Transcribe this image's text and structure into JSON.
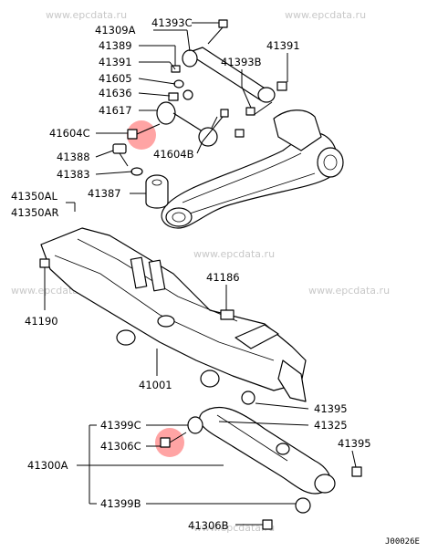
{
  "watermark": "www.epcdata.ru",
  "diagram_code": "J00026E",
  "colors": {
    "highlight": "#ff5a5a",
    "ink": "#000000",
    "watermark": "#c8c8c8"
  },
  "callouts": {
    "c41393C": "41393C",
    "c41309A": "41309A",
    "c41389": "41389",
    "c41391_left": "41391",
    "c41605": "41605",
    "c41636": "41636",
    "c41617": "41617",
    "c41604C": "41604C",
    "c41388": "41388",
    "c41383": "41383",
    "c41350AL": "41350AL",
    "c41350AR": "41350AR",
    "c41387": "41387",
    "c41391_right": "41391",
    "c41393B": "41393B",
    "c41604B": "41604B",
    "c41186": "41186",
    "c41190": "41190",
    "c41001": "41001",
    "c41395_top": "41395",
    "c41325": "41325",
    "c41399C": "41399C",
    "c41306C": "41306C",
    "c41300A": "41300A",
    "c41395_bottom": "41395",
    "c41399B": "41399B",
    "c41306B": "41306B"
  }
}
